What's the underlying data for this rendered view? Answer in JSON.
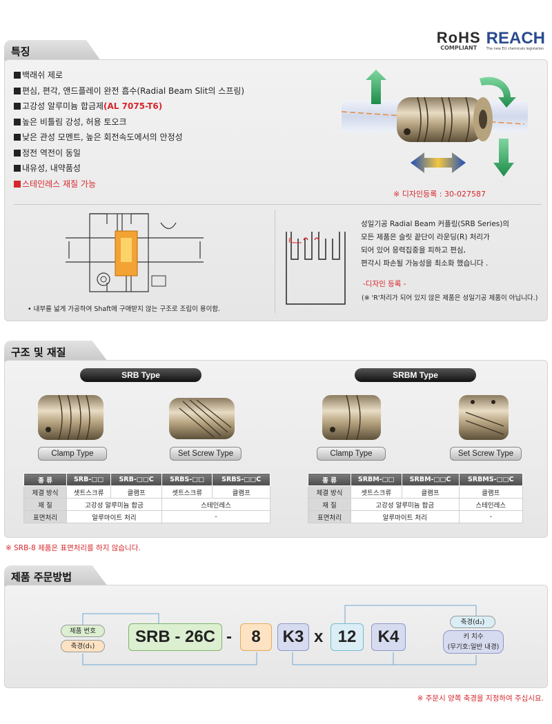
{
  "features_section": {
    "title": "특징",
    "items": [
      {
        "text": "백래쉬 제로"
      },
      {
        "text": "편심, 편각, 앤드플레이 완전 흡수(Radial Beam Slit의 스프링)"
      },
      {
        "text": "고강성 알루미늄 합금제",
        "highlight": "(AL 7075-T6)"
      },
      {
        "text": "높은 비틀림 강성, 허용 토오크"
      },
      {
        "text": "낮은 관성 모멘트, 높은 회전속도에서의 안정성"
      },
      {
        "text": "정전 역전이 동일"
      },
      {
        "text": "내유성, 내약품성"
      },
      {
        "text": "스테인레스 재질 가능"
      }
    ],
    "design_no": "※ 디자인등록 : 30-027587",
    "assembly_note": "• 내부를 넓게 가공하여 Shaft에 구애받지 않는 구조로 조립이 용이함.",
    "r_label": "R",
    "rb_text": [
      "성일기공 Radial Beam 커플링(SRB Series)의",
      "모든 제품은 슬릿 끝단이 라운딩(R) 처리가",
      "되어 있어 응력집중을 피하고 편심,",
      "편각시 파손될 가능성을 최소화 했습니다 ."
    ],
    "design_reg": "-디자인 등록 -",
    "design_note": "(※ 'R'처리가 되어 있지 않은 제품은 성일기공 제품이 아닙니다.)"
  },
  "badges": {
    "rohs": "RoHS",
    "rohs_sub": "COMPLIANT",
    "reach": "REACH",
    "reach_sub": "The new EU chemicals legislation"
  },
  "structure_section": {
    "title": "구조 및 재질",
    "srb_type": "SRB Type",
    "srbm_type": "SRBM Type",
    "labels": {
      "clamp": "Clamp Type",
      "setscrew": "Set Screw Type"
    },
    "srb_table": {
      "headers": [
        "종 류",
        "SRB-□□",
        "SRB-□□C",
        "SRBS-□□",
        "SRBS-□□C"
      ],
      "row1": [
        "체결 방식",
        "셋트스크류",
        "클램프",
        "셋트스크류",
        "클램프"
      ],
      "row2": [
        "재 질",
        "고강성 알루미늄 합금",
        "스테인레스"
      ],
      "row3": [
        "표면처리",
        "알루마이트 처리",
        "-"
      ]
    },
    "srbm_table": {
      "headers": [
        "종 류",
        "SRBM-□□",
        "SRBM-□□C",
        "SRBMS-□□C"
      ],
      "row1": [
        "체결 방식",
        "셋트스크류",
        "클램프",
        "클램프"
      ],
      "row2": [
        "재 질",
        "고강성 알루미늄 합금",
        "스테인레스"
      ],
      "row3": [
        "표면처리",
        "알루마이트 처리",
        "-"
      ]
    },
    "note": "※ SRB-8 제품은 표면처리를 하지 않습니다."
  },
  "order_section": {
    "title": "제품 주문방법",
    "product_no_label": "제품 번호",
    "bore1_label": "축경(d₁)",
    "bore2_label": "축경(d₂)",
    "key_label_1": "키 치수",
    "key_label_2": "(무기호:일반 내경)",
    "code_model": "SRB - 26C",
    "dash": "-",
    "code_d1": "8",
    "code_k1": "K3",
    "x": "x",
    "code_d2": "12",
    "code_k2": "K4",
    "footer": "※ 주문시 양쪽 축경을 지정하여 주십시요."
  },
  "colors": {
    "red": "#d7262c",
    "reach_blue": "#2a4b8f",
    "green_box": "#dcefd1",
    "orange_box": "#fde3c4",
    "blue_box": "#d7dbef",
    "cyan_box": "#dbeef5"
  }
}
